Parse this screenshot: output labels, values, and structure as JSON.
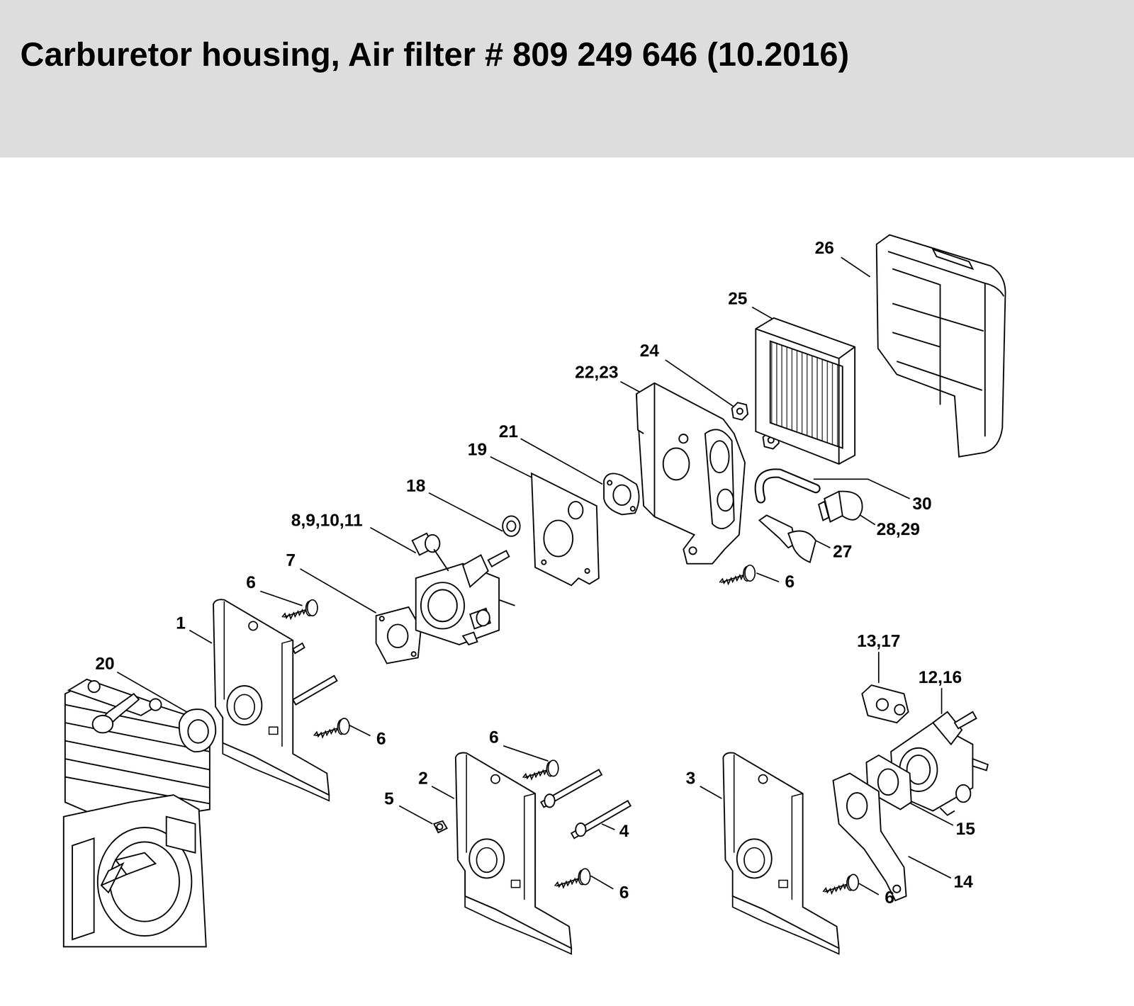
{
  "diagram": {
    "title": "Carburetor housing, Air filter # 809 249 646 (10.2016)",
    "labels": [
      "26",
      "25",
      "24",
      "22,23",
      "21",
      "19",
      "30",
      "18",
      "28,29",
      "8,9,10,11",
      "27",
      "6",
      "7",
      "6",
      "1",
      "20",
      "6",
      "13,17",
      "12,16",
      "6",
      "2",
      "5",
      "4",
      "3",
      "15",
      "6",
      "6",
      "14"
    ]
  }
}
